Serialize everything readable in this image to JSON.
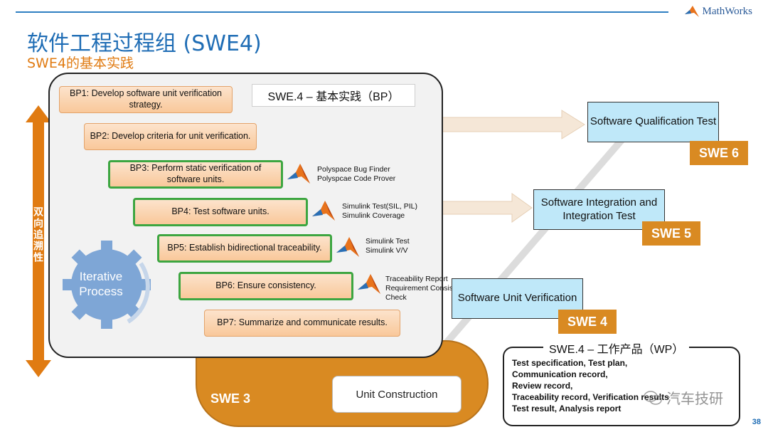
{
  "header": {
    "logo_text": "MathWorks",
    "title": "软件工程过程组 (SWE4)",
    "subtitle": "SWE4的基本实践"
  },
  "bp_panel": {
    "header": "SWE.4 – 基本实践（BP）",
    "bps": [
      {
        "label": "BP1: Develop software unit verification strategy."
      },
      {
        "label": "BP2: Develop criteria for unit verification."
      },
      {
        "label": "BP3:  Perform static verification of software units."
      },
      {
        "label": "BP4:  Test software units."
      },
      {
        "label": "BP5:  Establish bidirectional traceability."
      },
      {
        "label": "BP6:  Ensure consistency."
      },
      {
        "label": "BP7:  Summarize and communicate results."
      }
    ],
    "tools": [
      {
        "line1": "Polyspace Bug Finder",
        "line2": "Polyspcae Code Prover"
      },
      {
        "line1": "Simulink Test(SIL, PIL)",
        "line2": "Simulink Coverage"
      },
      {
        "line1": "Simulink Test",
        "line2": "Simulink V/V"
      },
      {
        "line1": "Traceability Report",
        "line2": "Requirement Consistency",
        "line3": "Check"
      }
    ]
  },
  "side_label": "双向追溯性",
  "iterative": {
    "line1": "Iterative",
    "line2": "Process"
  },
  "swe_boxes": {
    "swe6_box": "Software Qualification Test",
    "swe6_badge": "SWE 6",
    "swe5_box": "Software Integration and Integration Test",
    "swe5_badge": "SWE 5",
    "swe4_box": "Software Unit Verification",
    "swe4_badge": "SWE 4",
    "swe3_label": "SWE 3",
    "unit_construction": "Unit Construction"
  },
  "wp": {
    "title": "SWE.4 – 工作产品（WP）",
    "items": [
      "Test specification, Test plan,",
      "Communication record,",
      "Review record,",
      "Traceability record, Verification results",
      "Test result, Analysis report"
    ]
  },
  "watermark": "汽车技研",
  "page_number": "38",
  "colors": {
    "blue": "#1f6db5",
    "orange": "#d98a22",
    "green": "#3da641",
    "light_blue": "#bfe8f9"
  }
}
